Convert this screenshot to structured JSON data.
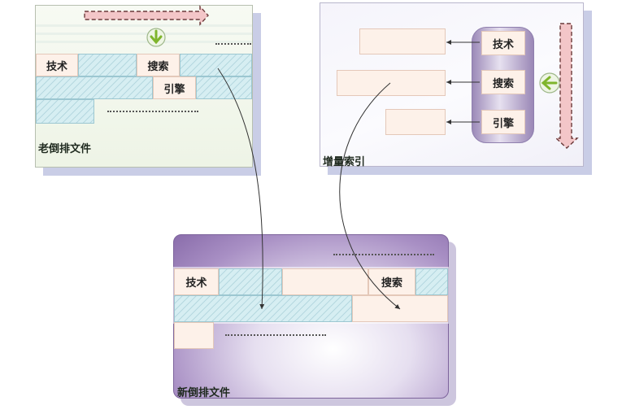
{
  "old_file": {
    "title": "老倒排文件",
    "terms": [
      "技术",
      "搜索",
      "引擎"
    ]
  },
  "incremental_index": {
    "title": "增量索引",
    "terms": [
      "技术",
      "搜索",
      "引擎"
    ]
  },
  "new_file": {
    "title": "新倒排文件",
    "terms": [
      "技术",
      "搜索"
    ]
  },
  "colors": {
    "arrow_fill": "#f3c6c8",
    "arrow_dash": "#6b3a3a",
    "green_icon": "#7fb52c",
    "pill": "#9c8ab8",
    "new_panel": "#8a6dab"
  }
}
